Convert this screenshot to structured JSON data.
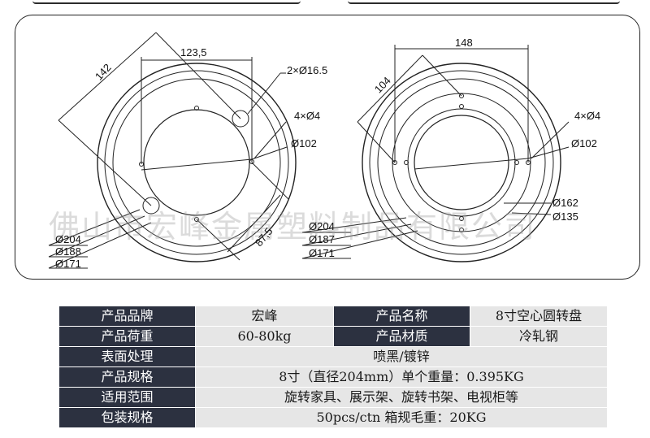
{
  "watermark": "佛山市宏峰金属塑料制品有限公司",
  "left_diagram": {
    "dim_142": "142",
    "dim_123_5": "123,5",
    "holes_large": "2×Ø16.5",
    "holes_small": "4×Ø4",
    "d102": "Ø102",
    "d87_5": "87,5",
    "d204": "Ø204",
    "d188": "Ø188",
    "d171": "Ø171"
  },
  "right_diagram": {
    "dim_148": "148",
    "dim_104": "104",
    "holes_small": "4×Ø4",
    "d102": "Ø102",
    "d162": "Ø162",
    "d135": "Ø135",
    "d204": "Ø204",
    "d187": "Ø187",
    "d171": "Ø171"
  },
  "spec_table": {
    "brand_label": "产品品牌",
    "brand_value": "宏峰",
    "name_label": "产品名称",
    "name_value": "8寸空心圆转盘",
    "load_label": "产品荷重",
    "load_value": "60-80kg",
    "material_label": "产品材质",
    "material_value": "冷轧钢",
    "surface_label": "表面处理",
    "surface_value": "喷黑/镀锌",
    "spec_label": "产品规格",
    "spec_value": "8寸（直径204mm）单个重量：0.395KG",
    "usage_label": "适用范围",
    "usage_value": "旋转家具、展示架、旋转书架、电视柜等",
    "pack_label": "包装规格",
    "pack_value": "50pcs/ctn 箱规毛重：20KG"
  }
}
